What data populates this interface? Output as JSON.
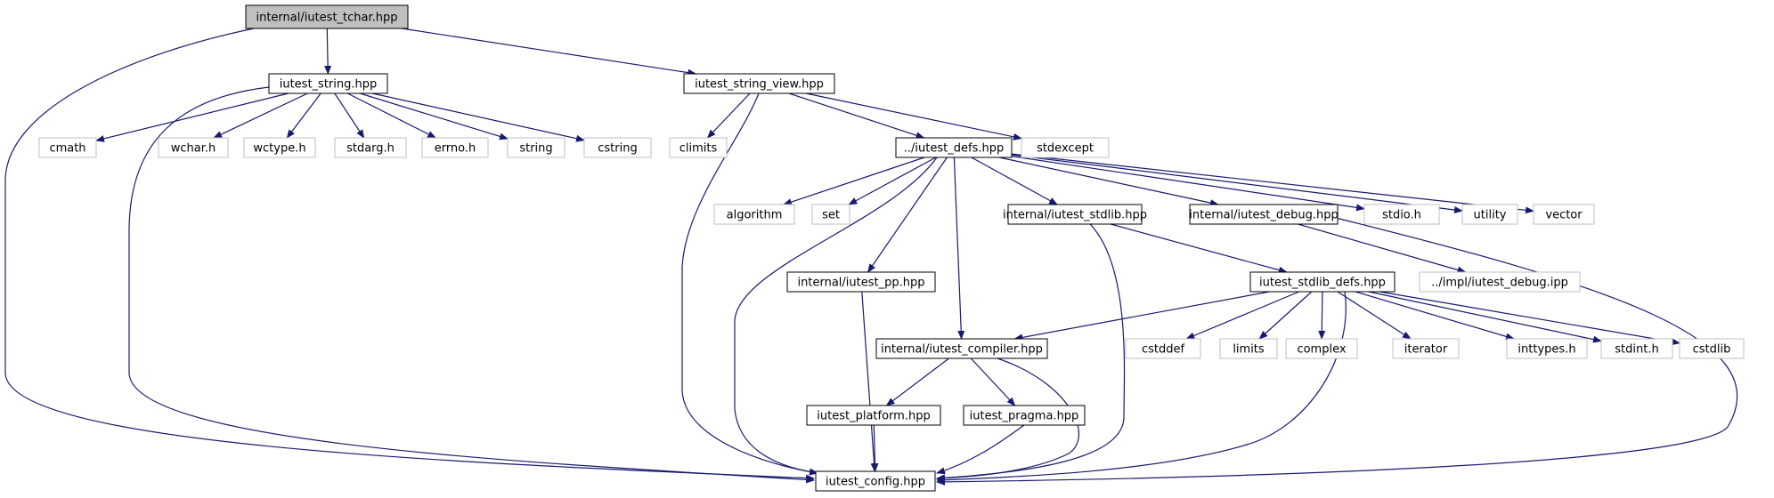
{
  "edge_color": "#191970",
  "colors": {
    "main_fill": "#bfbfbf",
    "doc_stroke": "#000000",
    "sys_stroke": "#bfbfbf"
  },
  "nodes": [
    {
      "id": "tchar",
      "label": "internal/iutest_tchar.hpp",
      "kind": "main"
    },
    {
      "id": "string",
      "label": "iutest_string.hpp",
      "kind": "doc"
    },
    {
      "id": "string_view",
      "label": "iutest_string_view.hpp",
      "kind": "doc"
    },
    {
      "id": "cmath",
      "label": "cmath",
      "kind": "sys"
    },
    {
      "id": "wchar",
      "label": "wchar.h",
      "kind": "sys"
    },
    {
      "id": "wctype",
      "label": "wctype.h",
      "kind": "sys"
    },
    {
      "id": "stdarg",
      "label": "stdarg.h",
      "kind": "sys"
    },
    {
      "id": "errno",
      "label": "errno.h",
      "kind": "sys"
    },
    {
      "id": "std_string",
      "label": "string",
      "kind": "sys"
    },
    {
      "id": "cstring",
      "label": "cstring",
      "kind": "sys"
    },
    {
      "id": "climits",
      "label": "climits",
      "kind": "sys"
    },
    {
      "id": "defs",
      "label": "../iutest_defs.hpp",
      "kind": "doc"
    },
    {
      "id": "stdexcept",
      "label": "stdexcept",
      "kind": "sys"
    },
    {
      "id": "algorithm",
      "label": "algorithm",
      "kind": "sys"
    },
    {
      "id": "set",
      "label": "set",
      "kind": "sys"
    },
    {
      "id": "stdlib",
      "label": "internal/iutest_stdlib.hpp",
      "kind": "doc"
    },
    {
      "id": "debug",
      "label": "internal/iutest_debug.hpp",
      "kind": "doc"
    },
    {
      "id": "stdio",
      "label": "stdio.h",
      "kind": "sys"
    },
    {
      "id": "utility",
      "label": "utility",
      "kind": "sys"
    },
    {
      "id": "vector",
      "label": "vector",
      "kind": "sys"
    },
    {
      "id": "pp",
      "label": "internal/iutest_pp.hpp",
      "kind": "doc"
    },
    {
      "id": "stdlib_defs",
      "label": "iutest_stdlib_defs.hpp",
      "kind": "doc"
    },
    {
      "id": "impl_debug",
      "label": "../impl/iutest_debug.ipp",
      "kind": "sys"
    },
    {
      "id": "compiler",
      "label": "internal/iutest_compiler.hpp",
      "kind": "doc"
    },
    {
      "id": "cstddef",
      "label": "cstddef",
      "kind": "sys"
    },
    {
      "id": "limits",
      "label": "limits",
      "kind": "sys"
    },
    {
      "id": "complex",
      "label": "complex",
      "kind": "sys"
    },
    {
      "id": "iterator",
      "label": "iterator",
      "kind": "sys"
    },
    {
      "id": "inttypes",
      "label": "inttypes.h",
      "kind": "sys"
    },
    {
      "id": "stdint",
      "label": "stdint.h",
      "kind": "sys"
    },
    {
      "id": "cstdlib",
      "label": "cstdlib",
      "kind": "sys"
    },
    {
      "id": "platform",
      "label": "iutest_platform.hpp",
      "kind": "doc"
    },
    {
      "id": "pragma",
      "label": "iutest_pragma.hpp",
      "kind": "doc"
    },
    {
      "id": "config",
      "label": "iutest_config.hpp",
      "kind": "doc"
    }
  ],
  "edges": [
    [
      "tchar",
      "string"
    ],
    [
      "tchar",
      "string_view"
    ],
    [
      "tchar",
      "config"
    ],
    [
      "string",
      "cmath"
    ],
    [
      "string",
      "wchar"
    ],
    [
      "string",
      "wctype"
    ],
    [
      "string",
      "stdarg"
    ],
    [
      "string",
      "errno"
    ],
    [
      "string",
      "std_string"
    ],
    [
      "string",
      "cstring"
    ],
    [
      "string",
      "config"
    ],
    [
      "string_view",
      "climits"
    ],
    [
      "string_view",
      "defs"
    ],
    [
      "string_view",
      "stdexcept"
    ],
    [
      "string_view",
      "config"
    ],
    [
      "defs",
      "algorithm"
    ],
    [
      "defs",
      "set"
    ],
    [
      "defs",
      "stdlib"
    ],
    [
      "defs",
      "debug"
    ],
    [
      "defs",
      "stdio"
    ],
    [
      "defs",
      "utility"
    ],
    [
      "defs",
      "vector"
    ],
    [
      "defs",
      "pp"
    ],
    [
      "defs",
      "compiler"
    ],
    [
      "defs",
      "config"
    ],
    [
      "stdlib",
      "stdlib_defs"
    ],
    [
      "stdlib",
      "config"
    ],
    [
      "debug",
      "impl_debug"
    ],
    [
      "debug",
      "config"
    ],
    [
      "pp",
      "config"
    ],
    [
      "stdlib_defs",
      "compiler"
    ],
    [
      "stdlib_defs",
      "cstddef"
    ],
    [
      "stdlib_defs",
      "limits"
    ],
    [
      "stdlib_defs",
      "complex"
    ],
    [
      "stdlib_defs",
      "iterator"
    ],
    [
      "stdlib_defs",
      "inttypes"
    ],
    [
      "stdlib_defs",
      "stdint"
    ],
    [
      "stdlib_defs",
      "cstdlib"
    ],
    [
      "stdlib_defs",
      "config"
    ],
    [
      "compiler",
      "platform"
    ],
    [
      "compiler",
      "pragma"
    ],
    [
      "compiler",
      "config"
    ],
    [
      "platform",
      "config"
    ],
    [
      "pragma",
      "config"
    ]
  ]
}
